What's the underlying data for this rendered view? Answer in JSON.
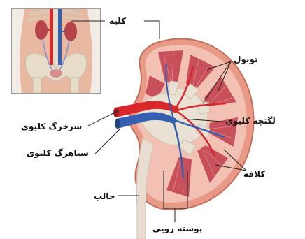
{
  "labels": {
    "kidney": "کلیه",
    "tubules": "توبول",
    "renal_pelvis": "لگنچه کلیوی",
    "renal_artery": "سرخرگ کلیوی",
    "renal_vein": "سیاهرگ کلیوی",
    "glomerulus": "کلافه",
    "ureter": "حالب",
    "cortex": "پوسته رویی"
  },
  "colors": {
    "page_bg": "#ffffff",
    "capsule": "#e89a86",
    "cortex": "#f3c1b4",
    "medulla": "#c8505a",
    "pelvis": "#e9e1d4",
    "artery": "#d9262b",
    "vein": "#3560b0",
    "ureter": "#e8ddd0",
    "leader_line": "#222222",
    "inset_bg": "#f1ece6",
    "skin": "#e8b8a0",
    "bone": "#e6dcc8"
  }
}
